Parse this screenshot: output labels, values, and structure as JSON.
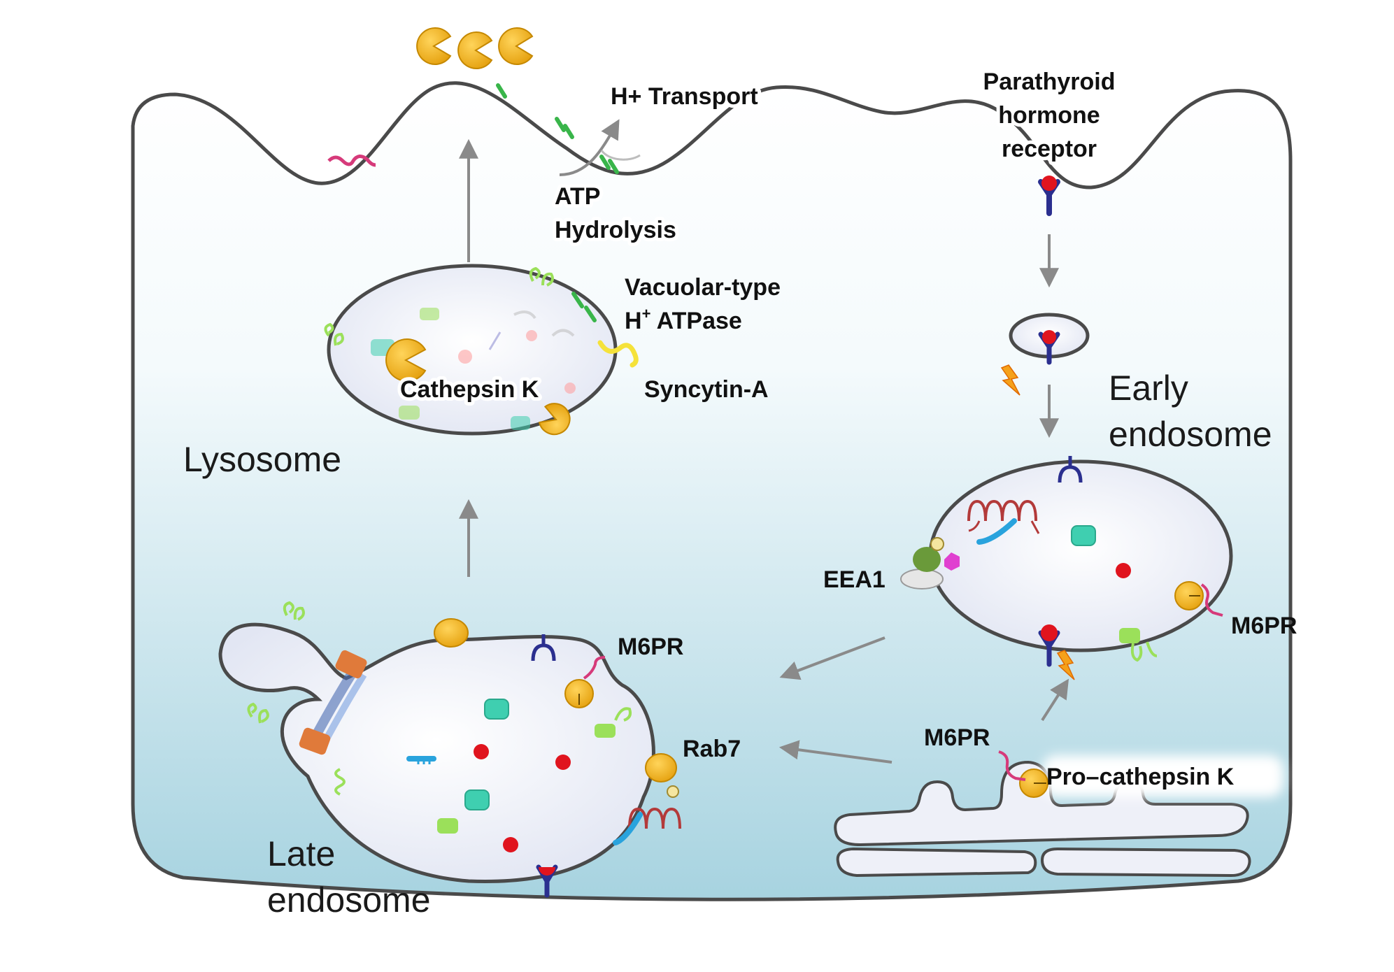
{
  "labels": {
    "h_transport": "H+ Transport",
    "atp_line1": "ATP",
    "atp_line2": "Hydrolysis",
    "pth_line1": "Parathyroid",
    "pth_line2": "hormone",
    "pth_line3": "receptor",
    "vatpase_line1": "Vacuolar-type",
    "vatpase_line2_prefix": "H",
    "vatpase_line2_sup": "+",
    "vatpase_line2_suffix": " ATPase",
    "cathepsin_k": "Cathepsin K",
    "syncytin_a": "Syncytin-A",
    "lysosome": "Lysosome",
    "early_line1": "Early",
    "early_line2": "endosome",
    "eea1": "EEA1",
    "m6pr_early": "M6PR",
    "m6pr_late": "M6PR",
    "rab7": "Rab7",
    "m6pr_golgi": "M6PR",
    "pro_cathepsin_k": "Pro–cathepsin K",
    "late_line1": "Late",
    "late_line2": "endosome"
  },
  "colors": {
    "membrane": "#4a4a4a",
    "cytoplasm_top": "#ffffff",
    "cytoplasm_bottom": "#a7d3e0",
    "organelle_fill": "#eef0f8",
    "cathepsin": "#f2b41c",
    "vatpase": "#39b54a",
    "syncytin": "#f5e23a",
    "receptor": "#2b2f8f",
    "ligand": "#e0141e",
    "m6pr": "#d63a7a",
    "rab7": "#f2b41c",
    "cargo_teal": "#3fcfb0",
    "cargo_green": "#9be05a",
    "orange_protein": "#e07a3a",
    "lightning": "#f5a11a",
    "arrow": "#8a8a8a"
  },
  "icons": {
    "cathepsin": "pacman-icon",
    "receptor": "y-receptor-icon",
    "pump": "v-atpase-icon",
    "signal": "lightning-icon"
  }
}
